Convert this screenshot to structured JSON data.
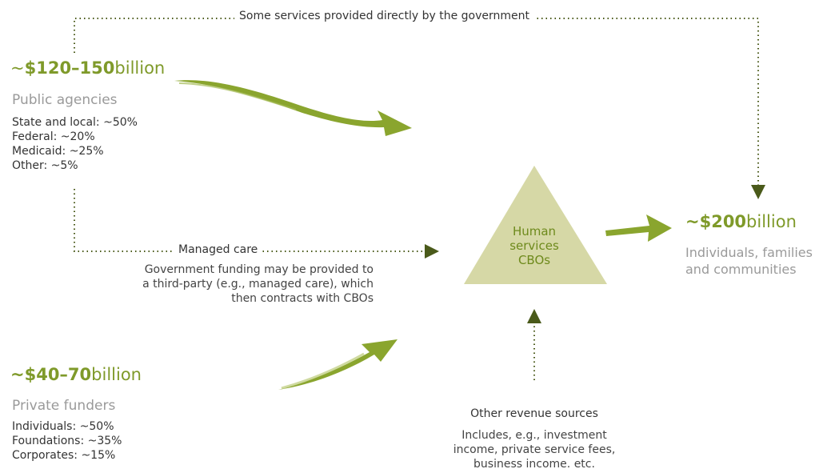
{
  "top_flow": {
    "label": "Some services provided directly by the government"
  },
  "public": {
    "amount_tilde": "~",
    "amount_value": "$120–150",
    "amount_unit": "billion",
    "heading": "Public agencies",
    "items": [
      "State and local: ~50%",
      "Federal: ~20%",
      "Medicaid: ~25%",
      "Other: ~5%"
    ]
  },
  "managed_care": {
    "label": "Managed care",
    "note_lines": [
      "Government funding may be provided to",
      "a third-party (e.g., managed care), which",
      "then contracts with CBOs"
    ]
  },
  "private": {
    "amount_value": "~$40–70",
    "amount_unit": "billion",
    "heading": "Private funders",
    "items": [
      "Individuals: ~50%",
      "Foundations: ~35%",
      "Corporates: ~15%"
    ]
  },
  "center": {
    "lines": [
      "Human",
      "services",
      "CBOs"
    ]
  },
  "recipients": {
    "amount_value": "~$200",
    "amount_unit": "billion",
    "heading_lines": [
      "Individuals, families",
      "and communities"
    ]
  },
  "other_revenue": {
    "heading": "Other revenue sources",
    "note_lines": [
      "Includes, e.g., investment",
      "income, private service fees,",
      "business income. etc."
    ]
  },
  "colors": {
    "accent_green": "#7f9a2a",
    "brush_green": "#8aa52e",
    "triangle_fill": "#d6d8a6",
    "dotted_line": "#4a5a1a",
    "grey_text": "#9a9a9a"
  }
}
